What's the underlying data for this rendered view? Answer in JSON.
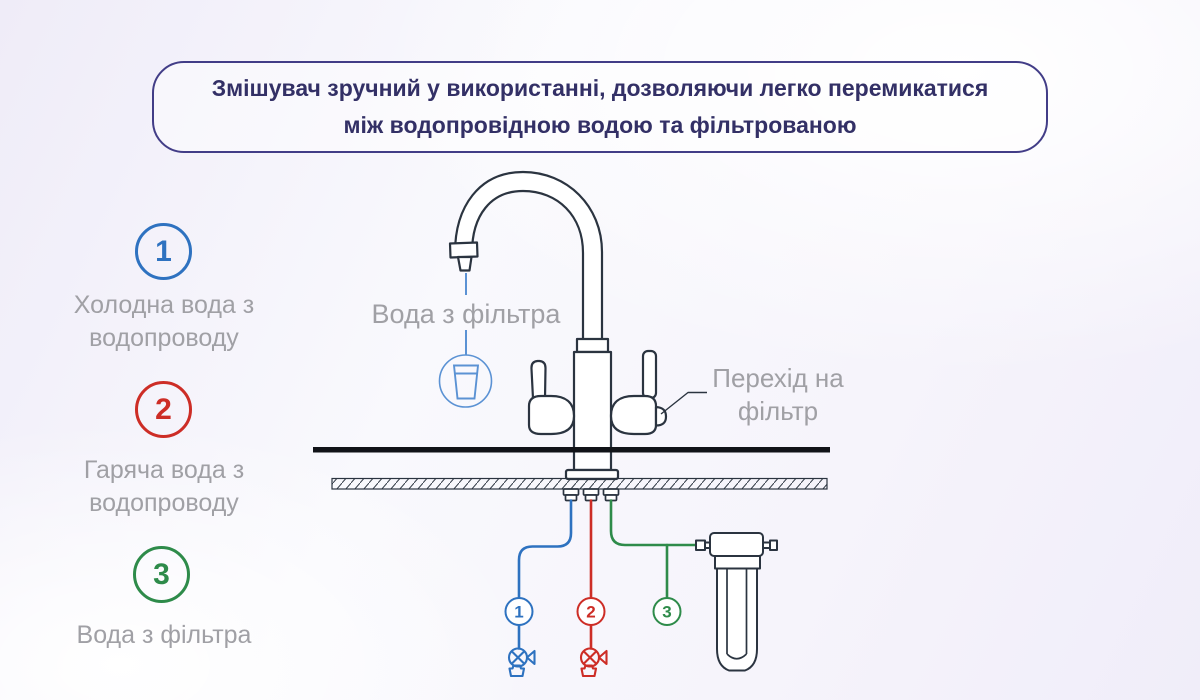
{
  "banner": {
    "lines": [
      "Змішувач зручний у використанні, дозволяючи легко перемикатися",
      "між водопровідною водою та фільтрованою"
    ]
  },
  "legend": {
    "items": [
      {
        "number": "1",
        "label": "Холодна вода з водопроводу",
        "color": "#2e72c0"
      },
      {
        "number": "2",
        "label": "Гаряча вода з водопроводу",
        "color": "#cd2d26"
      },
      {
        "number": "3",
        "label": "Вода з фільтра",
        "color": "#2e8b4a"
      }
    ]
  },
  "diagram": {
    "filtered_water_label": "Вода з фільтра",
    "adapter_label": "Перехід на фільтр",
    "markers": [
      {
        "number": "1",
        "color": "#2e72c0"
      },
      {
        "number": "2",
        "color": "#cd2d26"
      },
      {
        "number": "3",
        "color": "#2e8b4a"
      }
    ],
    "colors": {
      "cold": "#2e72c0",
      "hot": "#cd2d26",
      "filtered": "#2e8b4a",
      "stream_blue": "#5b92d4",
      "outline": "#2b3440",
      "counter_black": "#111318",
      "banner_border": "#423d87",
      "banner_text": "#333066",
      "muted_text": "#a0a0a5"
    }
  }
}
